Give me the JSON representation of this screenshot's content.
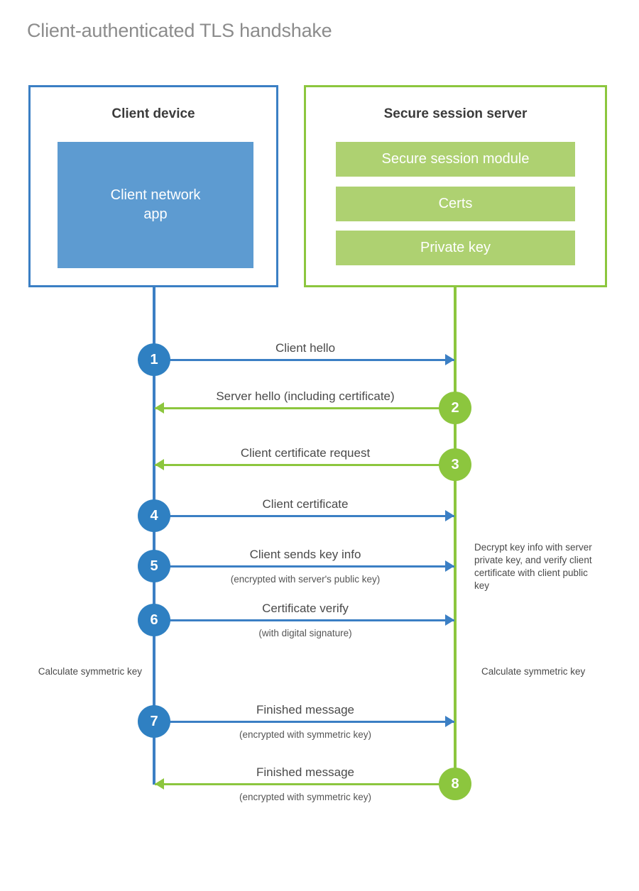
{
  "title": "Client-authenticated TLS handshake",
  "colors": {
    "client_blue": "#3b7fc4",
    "client_circle_blue": "#2f80c2",
    "client_app_fill": "#5d9bd1",
    "server_green": "#8cc63e",
    "server_block_fill": "#aed171",
    "title_gray": "#8c8c8c",
    "text_gray": "#4a4a4a"
  },
  "client": {
    "title": "Client device",
    "app_label": "Client network\napp"
  },
  "server": {
    "title": "Secure session server",
    "blocks": [
      {
        "label": "Secure session module"
      },
      {
        "label": "Certs"
      },
      {
        "label": "Private key"
      }
    ]
  },
  "messages": [
    {
      "step": "1",
      "label": "Client hello",
      "sub": "",
      "direction": "to-server",
      "origin": "client"
    },
    {
      "step": "2",
      "label": "Server hello (including certificate)",
      "sub": "",
      "direction": "to-client",
      "origin": "server"
    },
    {
      "step": "3",
      "label": "Client certificate request",
      "sub": "",
      "direction": "to-client",
      "origin": "server"
    },
    {
      "step": "4",
      "label": "Client certificate",
      "sub": "",
      "direction": "to-server",
      "origin": "client"
    },
    {
      "step": "5",
      "label": "Client sends key info",
      "sub": "(encrypted with server's public key)",
      "direction": "to-server",
      "origin": "client"
    },
    {
      "step": "6",
      "label": "Certificate verify",
      "sub": "(with digital signature)",
      "direction": "to-server",
      "origin": "client"
    },
    {
      "step": "7",
      "label": "Finished message",
      "sub": "(encrypted with symmetric key)",
      "direction": "to-server",
      "origin": "client"
    },
    {
      "step": "8",
      "label": "Finished message",
      "sub": "(encrypted with symmetric key)",
      "direction": "to-client",
      "origin": "server"
    }
  ],
  "notes": {
    "server_decrypt": "Decrypt key info with server private key, and verify client certificate with client public key",
    "client_calc": "Calculate symmetric key",
    "server_calc": "Calculate symmetric key"
  }
}
